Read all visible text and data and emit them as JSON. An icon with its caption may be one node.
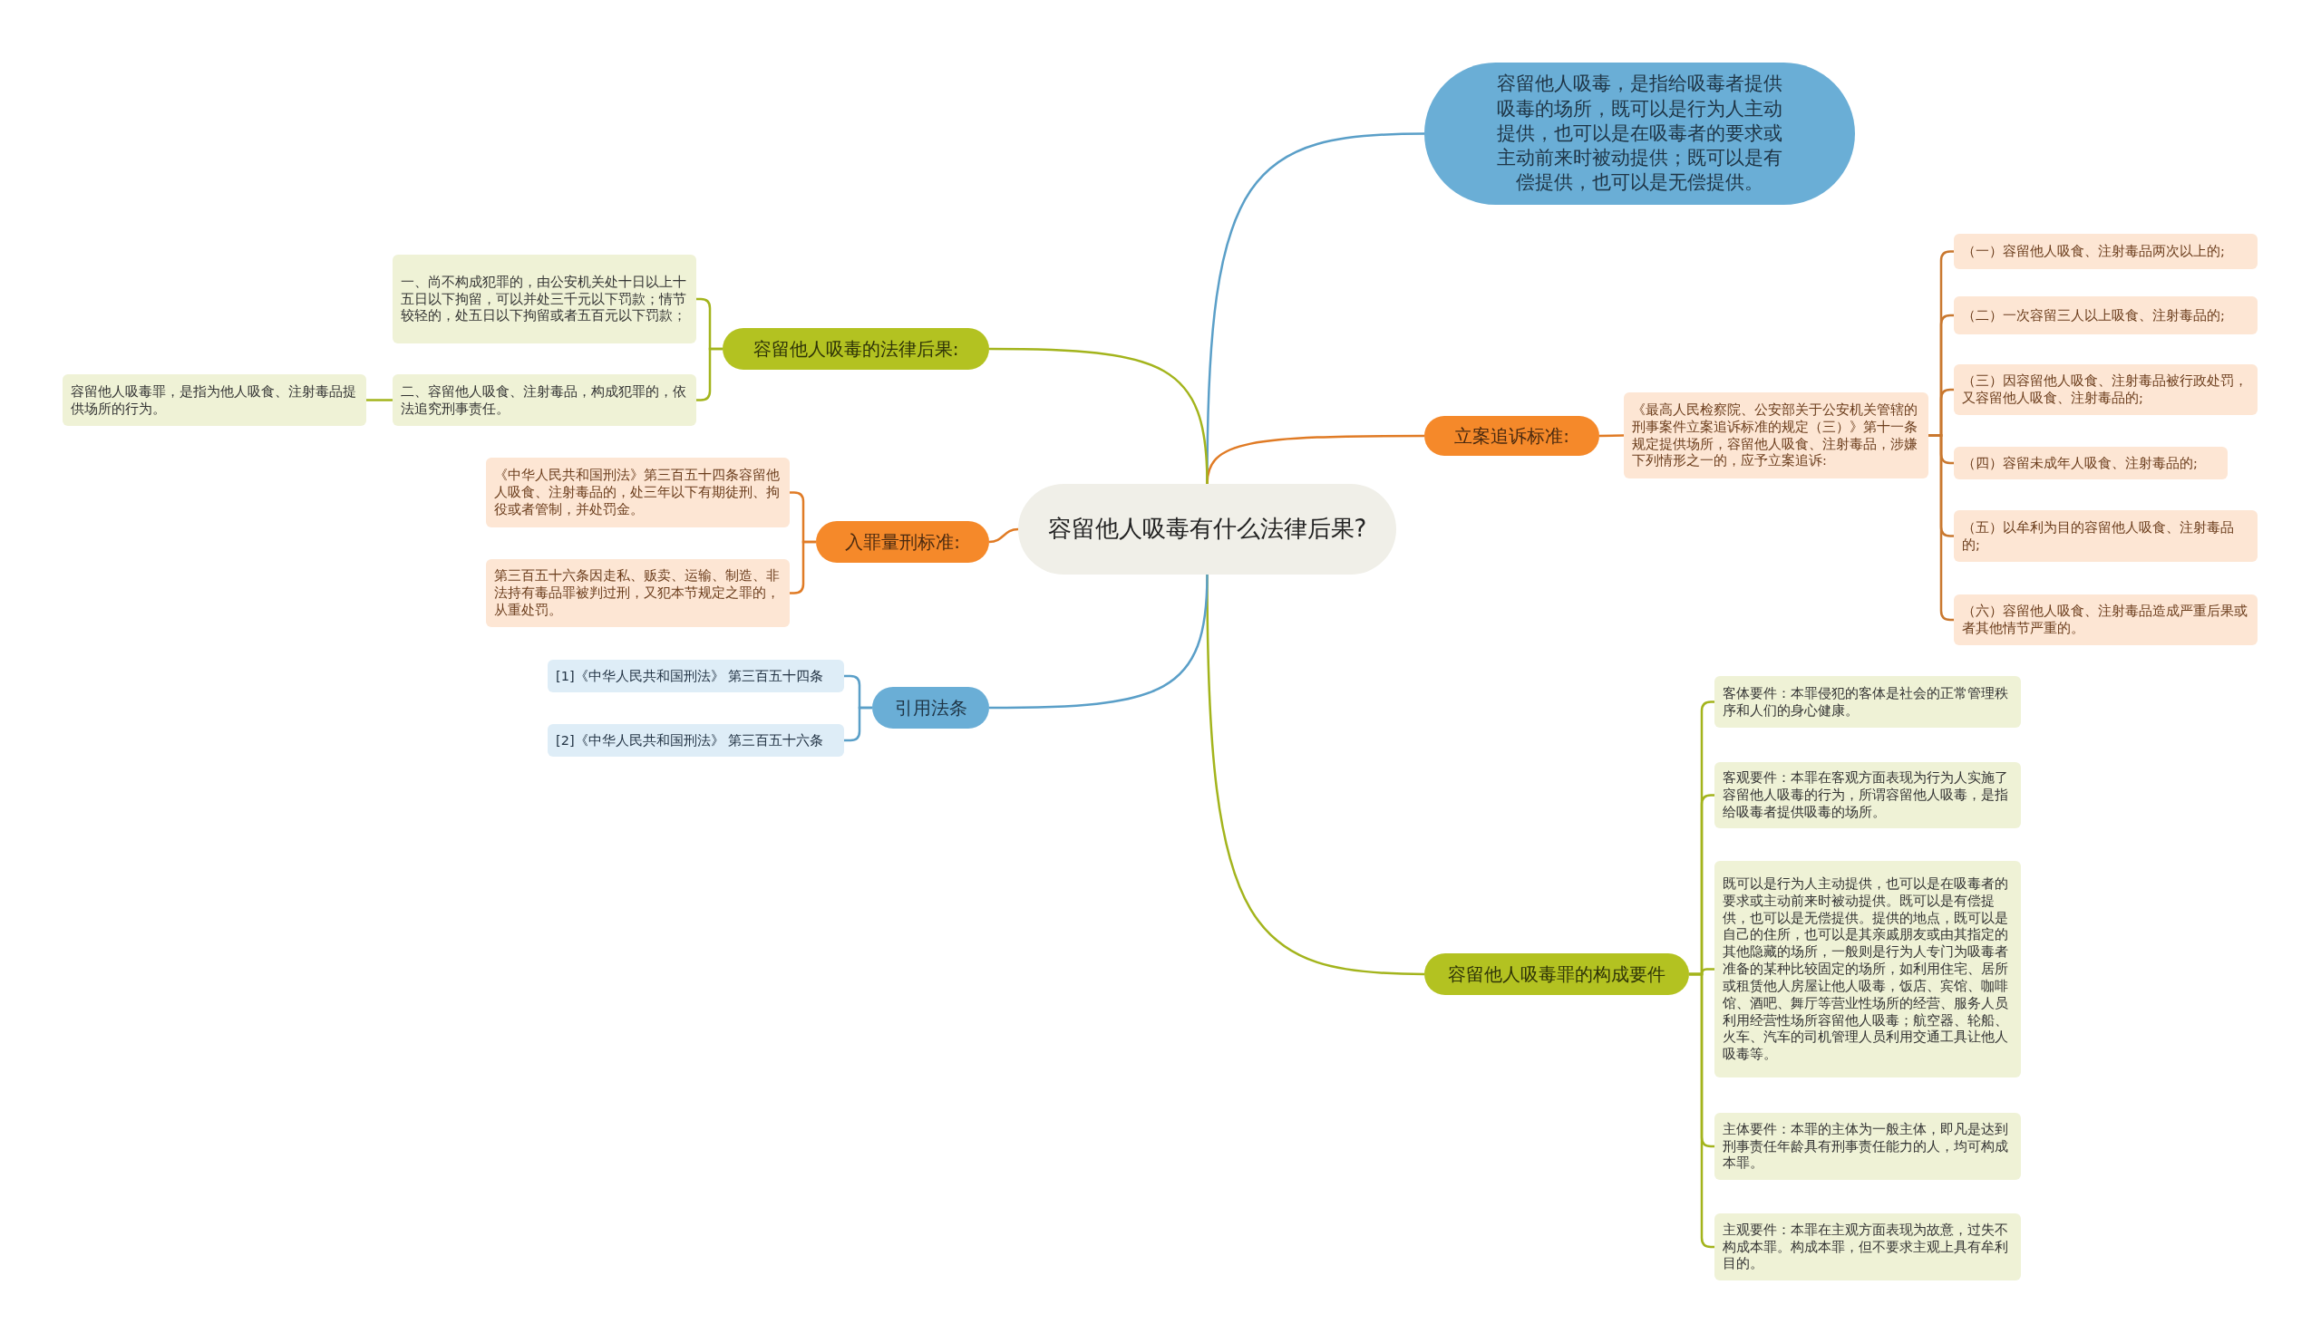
{
  "diagram": {
    "nodes": [
      {
        "text": [
          "容留他人吸毒有什么法律后果?"
        ]
      },
      {
        "text": [
          "容留他人吸毒，是指给吸毒者提供吸毒的场所，既可以是行为人主动提供，也可以是在吸毒者的要求或主动前来时被动提供；既可以是有偿提供，也可以是无偿提供。"
        ]
      },
      {
        "text": [
          "立案追诉标准:"
        ]
      },
      {
        "text": [
          "《最高人民检察院、公安部关于公安机关管辖的刑事案件立案追诉标准的规定（三）》第十一条规定提供场所，容留他人吸食、注射毒品，涉嫌下列情形之一的，应予立案追诉:"
        ]
      },
      {
        "text": [
          "（一）容留他人吸食、注射毒品两次以上的;"
        ]
      },
      {
        "text": [
          "（二）一次容留三人以上吸食、注射毒品的;"
        ]
      },
      {
        "text": [
          "（三）因容留他人吸食、注射毒品被行政处罚，又容留他人吸食、注射毒品的;"
        ]
      },
      {
        "text": [
          "（四）容留未成年人吸食、注射毒品的;"
        ]
      },
      {
        "text": [
          "（五）以牟利为目的容留他人吸食、注射毒品的;"
        ]
      },
      {
        "text": [
          "（六）容留他人吸食、注射毒品造成严重后果或者其他情节严重的。"
        ]
      },
      {
        "text": [
          "容留他人吸毒罪的构成要件"
        ]
      },
      {
        "text": [
          "客体要件：本罪侵犯的客体是社会的正常管理秩序和人们的身心健康。"
        ]
      },
      {
        "text": [
          "客观要件：本罪在客观方面表现为行为人实施了容留他人吸毒的行为，所谓容留他人吸毒，是指给吸毒者提供吸毒的场所。"
        ]
      },
      {
        "text": [
          "既可以是行为人主动提供，也可以是在吸毒者的要求或主动前来时被动提供。既可以是有偿提供，也可以是无偿提供。提供的地点，既可以是自己的住所，也可以是其亲戚朋友或由其指定的其他隐藏的场所，一般则是行为人专门为吸毒者准备的某种比较固定的场所，如利用住宅、居所或租赁他人房屋让他人吸毒，饭店、宾馆、咖啡馆、酒吧、舞厅等营业性场所的经营、服务人员利用经营性场所容留他人吸毒；航空器、轮船、火车、汽车的司机管理人员利用交通工具让他人吸毒等。"
        ]
      },
      {
        "text": [
          "主体要件：本罪的主体为一般主体，即凡是达到刑事责任年龄具有刑事责任能力的人，均可构成本罪。"
        ]
      },
      {
        "text": [
          "主观要件：本罪在主观方面表现为故意，过失不构成本罪。构成本罪，但不要求主观上具有牟利目的。"
        ]
      },
      {
        "text": [
          "容留他人吸毒的法律后果:"
        ]
      },
      {
        "text": [
          "一、尚不构成犯罪的，由公安机关处十日以上十五日以下拘留，可以并处三千元以下罚款；情节较轻的，处五日以下拘留或者五百元以下罚款；"
        ]
      },
      {
        "text": [
          "二、容留他人吸食、注射毒品，构成犯罪的，依法追究刑事责任。"
        ]
      },
      {
        "text": [
          "容留他人吸毒罪，是指为他人吸食、注射毒品提供场所的行为。"
        ]
      },
      {
        "text": [
          "入罪量刑标准:"
        ]
      },
      {
        "text": [
          "《中华人民共和国刑法》第三百五十四条容留他人吸食、注射毒品的，处三年以下有期徒刑、拘役或者管制，并处罚金。"
        ]
      },
      {
        "text": [
          "第三百五十六条因走私、贩卖、运输、制造、非法持有毒品罪被判过刑，又犯本节规定之罪的，从重处罚。"
        ]
      },
      {
        "text": [
          "引用法条"
        ]
      },
      {
        "text": [
          "[1]《中华人民共和国刑法》 第三百五十四条"
        ]
      },
      {
        "text": [
          "[2]《中华人民共和国刑法》 第三百五十六条"
        ]
      }
    ],
    "edges": [
      {
        "from": 0,
        "to": 1,
        "arrow": "none",
        "color": "#5a9fc8"
      },
      {
        "from": 0,
        "to": 2,
        "arrow": "none",
        "color": "#e07b25"
      },
      {
        "from": 2,
        "to": 3,
        "arrow": "none",
        "color": "#e07b25"
      },
      {
        "from": 3,
        "to": 4,
        "arrow": "none",
        "color": "#c9782f"
      },
      {
        "from": 3,
        "to": 5,
        "arrow": "none",
        "color": "#c9782f"
      },
      {
        "from": 3,
        "to": 6,
        "arrow": "none",
        "color": "#c9782f"
      },
      {
        "from": 3,
        "to": 7,
        "arrow": "none",
        "color": "#c9782f"
      },
      {
        "from": 3,
        "to": 8,
        "arrow": "none",
        "color": "#c9782f"
      },
      {
        "from": 3,
        "to": 9,
        "arrow": "none",
        "color": "#c9782f"
      },
      {
        "from": 0,
        "to": 10,
        "arrow": "none",
        "color": "#a3b41c"
      },
      {
        "from": 10,
        "to": 11,
        "arrow": "none",
        "color": "#a3b41c"
      },
      {
        "from": 10,
        "to": 12,
        "arrow": "none",
        "color": "#a3b41c"
      },
      {
        "from": 10,
        "to": 13,
        "arrow": "none",
        "color": "#a3b41c"
      },
      {
        "from": 10,
        "to": 14,
        "arrow": "none",
        "color": "#a3b41c"
      },
      {
        "from": 10,
        "to": 15,
        "arrow": "none",
        "color": "#a3b41c"
      },
      {
        "from": 0,
        "to": 16,
        "arrow": "none",
        "color": "#a3b41c"
      },
      {
        "from": 16,
        "to": 17,
        "arrow": "none",
        "color": "#a3b41c"
      },
      {
        "from": 16,
        "to": 18,
        "arrow": "none",
        "color": "#a3b41c"
      },
      {
        "from": 18,
        "to": 19,
        "arrow": "none",
        "color": "#a3b41c"
      },
      {
        "from": 0,
        "to": 20,
        "arrow": "none",
        "color": "#e07b25"
      },
      {
        "from": 20,
        "to": 21,
        "arrow": "none",
        "color": "#e07b25"
      },
      {
        "from": 20,
        "to": 22,
        "arrow": "none",
        "color": "#e07b25"
      },
      {
        "from": 0,
        "to": 23,
        "arrow": "none",
        "color": "#5a9fc8"
      },
      {
        "from": 23,
        "to": 24,
        "arrow": "none",
        "color": "#5a9fc8"
      },
      {
        "from": 23,
        "to": 25,
        "arrow": "none",
        "color": "#5a9fc8"
      }
    ]
  }
}
